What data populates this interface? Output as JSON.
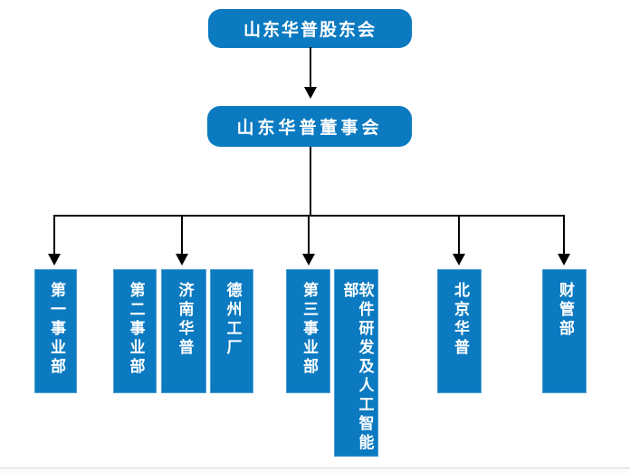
{
  "page": {
    "background_color": "#ffffff",
    "footer_divider_color": "#d6d6d6"
  },
  "org_chart": {
    "colors": {
      "node_fill": "#0b7ac1",
      "node_text": "#ffffff",
      "connector": "#000000"
    },
    "root": {
      "label": "山东华普股东会"
    },
    "board": {
      "label": "山东华普董事会"
    },
    "departments": [
      {
        "label": "第一事业部"
      },
      {
        "label": "第二事业部"
      },
      {
        "label": "济南华普"
      },
      {
        "label": "德州工厂"
      },
      {
        "label": "第三事业部"
      },
      {
        "label": "软件研发及人工智能部"
      },
      {
        "label": "北京华普"
      },
      {
        "label": "财管部"
      }
    ]
  }
}
